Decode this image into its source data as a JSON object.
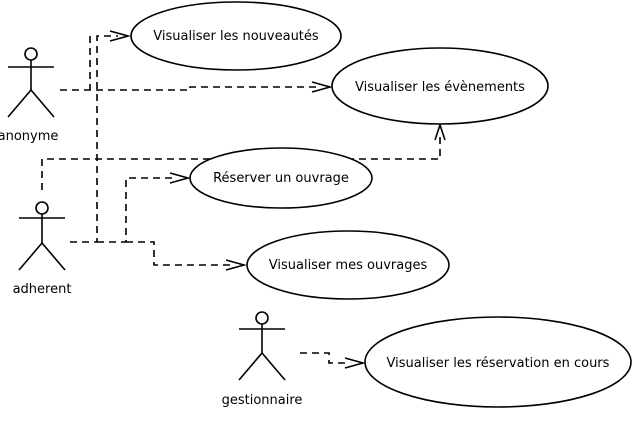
{
  "actors": {
    "anonyme": "anonyme",
    "adherent": "adherent",
    "gestionnaire": "gestionnaire"
  },
  "use_cases": {
    "nouveautes": "Visualiser les nouveautés",
    "evenements": "Visualiser les évènements",
    "reserver": "Réserver un ouvrage",
    "mes_ouvrages": "Visualiser mes ouvrages",
    "reservations": "Visualiser les réservation en cours"
  },
  "colors": {
    "line": "#000000",
    "background": "#ffffff"
  }
}
